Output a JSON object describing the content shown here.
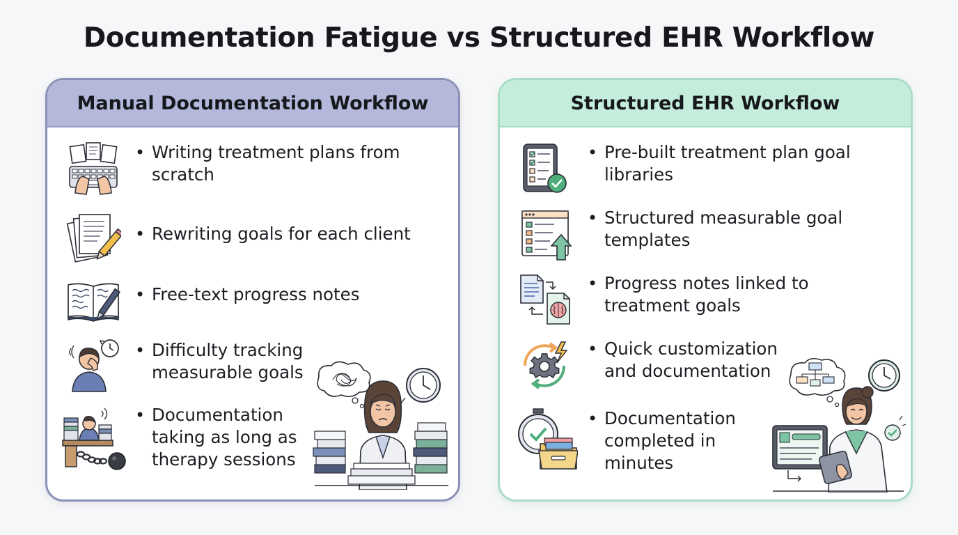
{
  "title": "Documentation Fatigue vs Structured EHR Workflow",
  "left_panel": {
    "header": "Manual Documentation Workflow",
    "items": [
      {
        "text": "Writing treatment plans from scratch",
        "icon": "typing-keyboard-icon"
      },
      {
        "text": "Rewriting goals for each client",
        "icon": "papers-pencil-icon"
      },
      {
        "text": "Free-text progress notes",
        "icon": "notebook-pen-icon"
      },
      {
        "text": "Difficulty tracking measurable goals",
        "icon": "stressed-person-clock-icon"
      },
      {
        "text": "Documentation taking as long as therapy sessions",
        "icon": "chained-desk-worker-icon"
      }
    ],
    "illustration": "overwhelmed-clinician-illustration"
  },
  "right_panel": {
    "header": "Structured EHR Workflow",
    "items": [
      {
        "text": "Pre-built treatment plan goal libraries",
        "icon": "tablet-checklist-icon"
      },
      {
        "text": "Structured measurable goal templates",
        "icon": "template-upload-icon"
      },
      {
        "text": "Progress notes linked to treatment goals",
        "icon": "linked-documents-icon"
      },
      {
        "text": "Quick customization and documentation",
        "icon": "gear-cycle-icon"
      },
      {
        "text": "Documentation completed in minutes",
        "icon": "stopwatch-folder-icon"
      }
    ],
    "illustration": "confident-clinician-tablet-illustration"
  },
  "colors": {
    "left_border": "#8b90b8",
    "left_header": "#b4b9dc",
    "right_border": "#a9dcc6",
    "right_header": "#c4eddc",
    "accent_green": "#4fae7c"
  }
}
